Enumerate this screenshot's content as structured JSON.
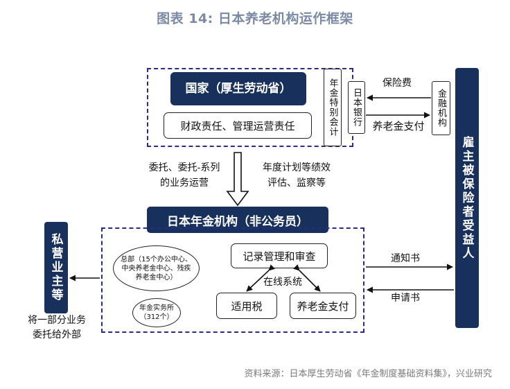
{
  "title": "图表 14: 日本养老机构运作框架",
  "nodes": {
    "state": "国家（厚生劳动省）",
    "state_duty": "财政责任、管理运营责任",
    "pension_special_account": "年金特别会计",
    "bank_of_japan": "日本银行",
    "financial_institutions": "金融机构",
    "insured": "雇主被保险者受益人",
    "jpo": "日本年金机构（非公务员）",
    "private_entities": "私营业主等",
    "hq": "总部（15个办公中心、中央养老金中心、残疾养老金中心）",
    "offices": "年金实务所（312个）",
    "records": "记录管理和审查",
    "tax": "适用税",
    "pension_payment": "养老金支付"
  },
  "labels": {
    "premium": "保险费",
    "benefit_payment": "养老金支付",
    "entrust_line1": "委托、委托-系列",
    "entrust_line2": "的业务运营",
    "eval_line1": "年度计划等绩效",
    "eval_line2": "评估、监察等",
    "online": "在线系统",
    "notice": "通知书",
    "application": "申请书",
    "outsource_line1": "将一部分业务",
    "outsource_line2": "委托给外部"
  },
  "source": "资料来源：日本厚生劳动省《年金制度基础资料集》，兴业研究"
}
